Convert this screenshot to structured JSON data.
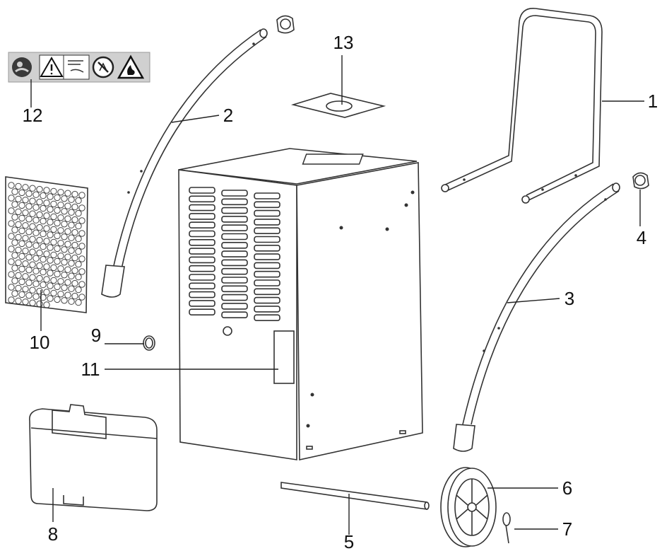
{
  "callouts": [
    {
      "id": "1",
      "label": "1"
    },
    {
      "id": "2",
      "label": "2"
    },
    {
      "id": "3",
      "label": "3"
    },
    {
      "id": "4",
      "label": "4"
    },
    {
      "id": "5",
      "label": "5"
    },
    {
      "id": "6",
      "label": "6"
    },
    {
      "id": "7",
      "label": "7"
    },
    {
      "id": "8",
      "label": "8"
    },
    {
      "id": "9",
      "label": "9"
    },
    {
      "id": "10",
      "label": "10"
    },
    {
      "id": "11",
      "label": "11"
    },
    {
      "id": "12",
      "label": "12"
    },
    {
      "id": "13",
      "label": "13"
    }
  ],
  "warning_label": {
    "icons": [
      "person-icon",
      "warning-triangle-icon",
      "instruction-icon",
      "no-spray-icon",
      "flammable-icon"
    ],
    "background": "#d0d0d0"
  },
  "colors": {
    "line": "#333333",
    "background": "#ffffff"
  }
}
